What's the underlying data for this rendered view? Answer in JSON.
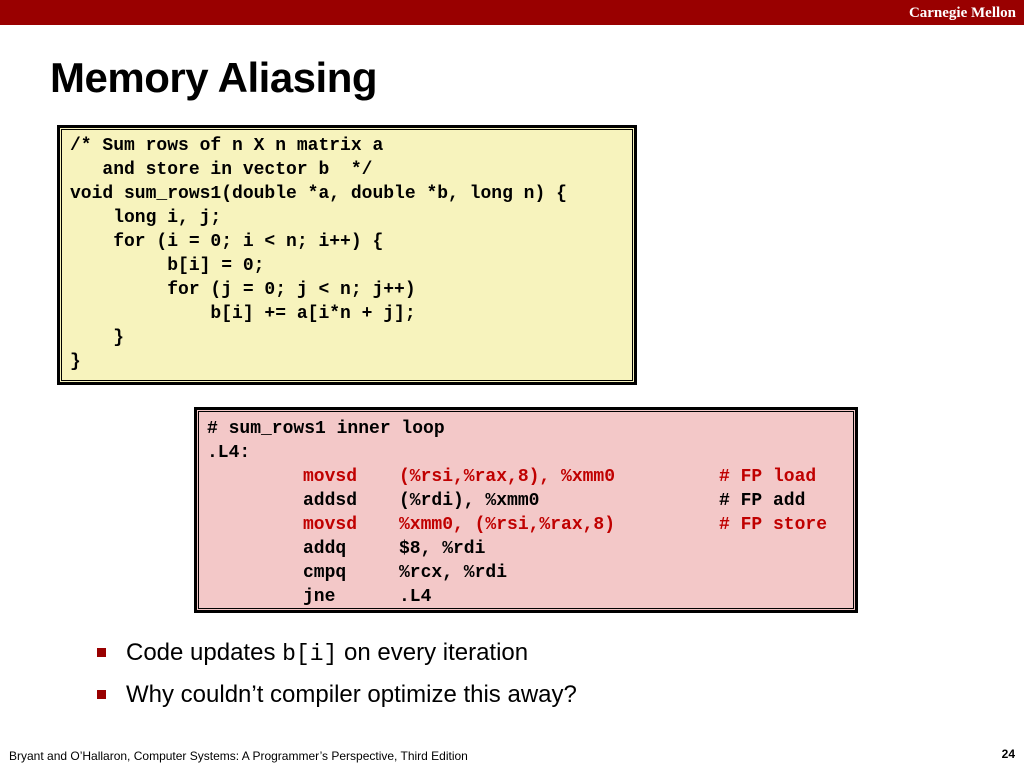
{
  "header": {
    "brand": "Carnegie Mellon",
    "brand_color": "#990000"
  },
  "title": "Memory Aliasing",
  "c_code": {
    "background": "#f7f3bd",
    "lines": [
      "/* Sum rows of n X n matrix a",
      "   and store in vector b  */",
      "void sum_rows1(double *a, double *b, long n) {",
      "    long i, j;",
      "    for (i = 0; i < n; i++) {",
      "         b[i] = 0;",
      "         for (j = 0; j < n; j++)",
      "             b[i] += a[i*n + j];",
      "    }",
      "}"
    ]
  },
  "asm_code": {
    "background": "#f3c8c8",
    "header_lines": [
      "# sum_rows1 inner loop",
      ".L4:"
    ],
    "rows": [
      {
        "op": "movsd",
        "args": "(%rsi,%rax,8), %xmm0",
        "comment": "# FP load",
        "highlight": true
      },
      {
        "op": "addsd",
        "args": "(%rdi), %xmm0",
        "comment": "# FP add",
        "highlight": false
      },
      {
        "op": "movsd",
        "args": "%xmm0, (%rsi,%rax,8)",
        "comment": "# FP store",
        "highlight": true
      },
      {
        "op": "addq",
        "args": "$8, %rdi",
        "comment": "",
        "highlight": false
      },
      {
        "op": "cmpq",
        "args": "%rcx, %rdi",
        "comment": "",
        "highlight": false
      },
      {
        "op": "jne",
        "args": ".L4",
        "comment": "",
        "highlight": false
      }
    ],
    "highlight_color": "#c00000"
  },
  "bullets": {
    "item1": {
      "before": "Code updates ",
      "code": "b[i]",
      "after": " on every iteration"
    },
    "item2": {
      "text": "Why couldn’t compiler optimize this away?"
    }
  },
  "footer": {
    "citation": "Bryant and O’Hallaron, Computer Systems: A Programmer’s Perspective, Third Edition",
    "page_number": "24"
  }
}
